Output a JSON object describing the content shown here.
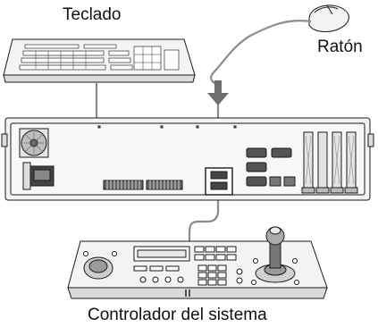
{
  "labels": {
    "keyboard": "Teclado",
    "mouse": "Ratón",
    "controller": "Controlador del sistema"
  },
  "colors": {
    "line": "#1a1a1a",
    "cable": "#8c8c8c",
    "fill_light": "#f2f2f2",
    "fill_mid": "#d9d9d9",
    "arrow": "#6e6e6e"
  }
}
